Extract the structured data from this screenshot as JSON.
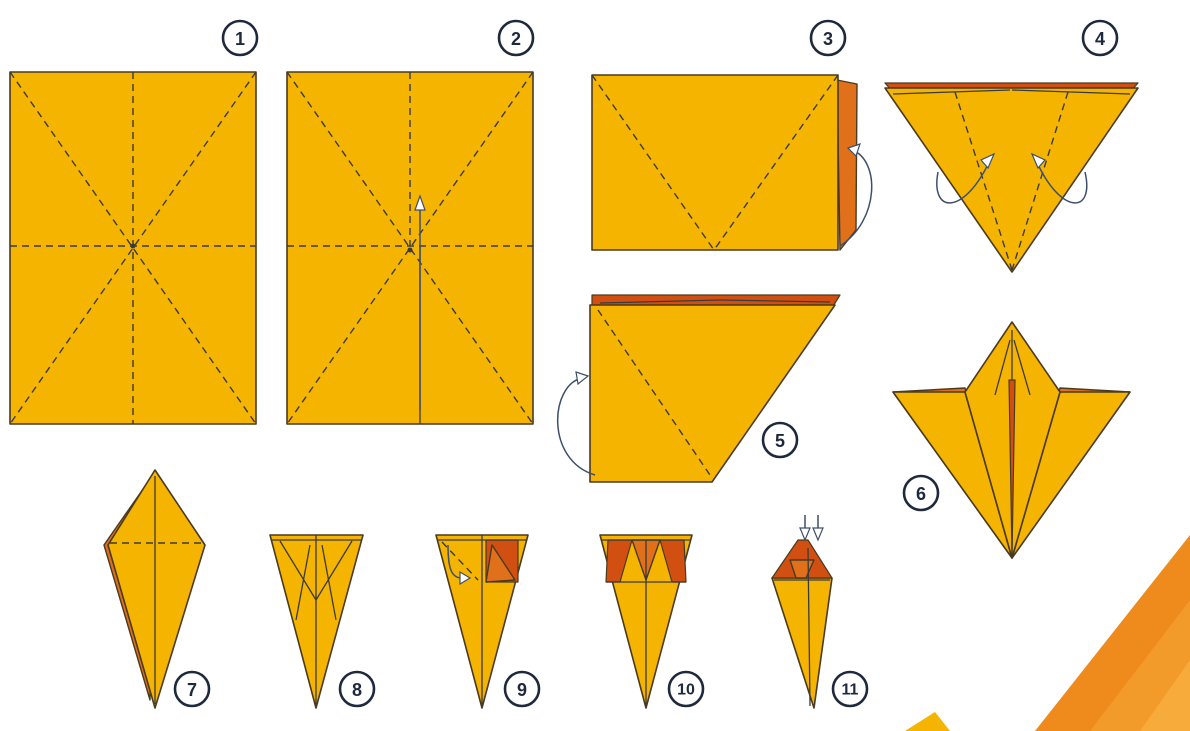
{
  "steps": [
    {
      "id": "step-1",
      "label": "1"
    },
    {
      "id": "step-2",
      "label": "2"
    },
    {
      "id": "step-3",
      "label": "3"
    },
    {
      "id": "step-4",
      "label": "4"
    },
    {
      "id": "step-5",
      "label": "5"
    },
    {
      "id": "step-6",
      "label": "6"
    },
    {
      "id": "step-7",
      "label": "7"
    },
    {
      "id": "step-8",
      "label": "8"
    },
    {
      "id": "step-9",
      "label": "9"
    },
    {
      "id": "step-10",
      "label": "10"
    },
    {
      "id": "step-11",
      "label": "11"
    }
  ],
  "colors": {
    "paper": "#f5b400",
    "paper_dark": "#e0701a",
    "paper_deep": "#d24f12",
    "outline": "#4a3a20",
    "badge": "#1e2a3c",
    "arrow": "#3d4f6a"
  },
  "icons": {
    "fold_arrow": "fold-arrow-icon",
    "push_arrow": "push-down-arrow-icon",
    "corner_decoration": "orange-corner-decoration"
  }
}
